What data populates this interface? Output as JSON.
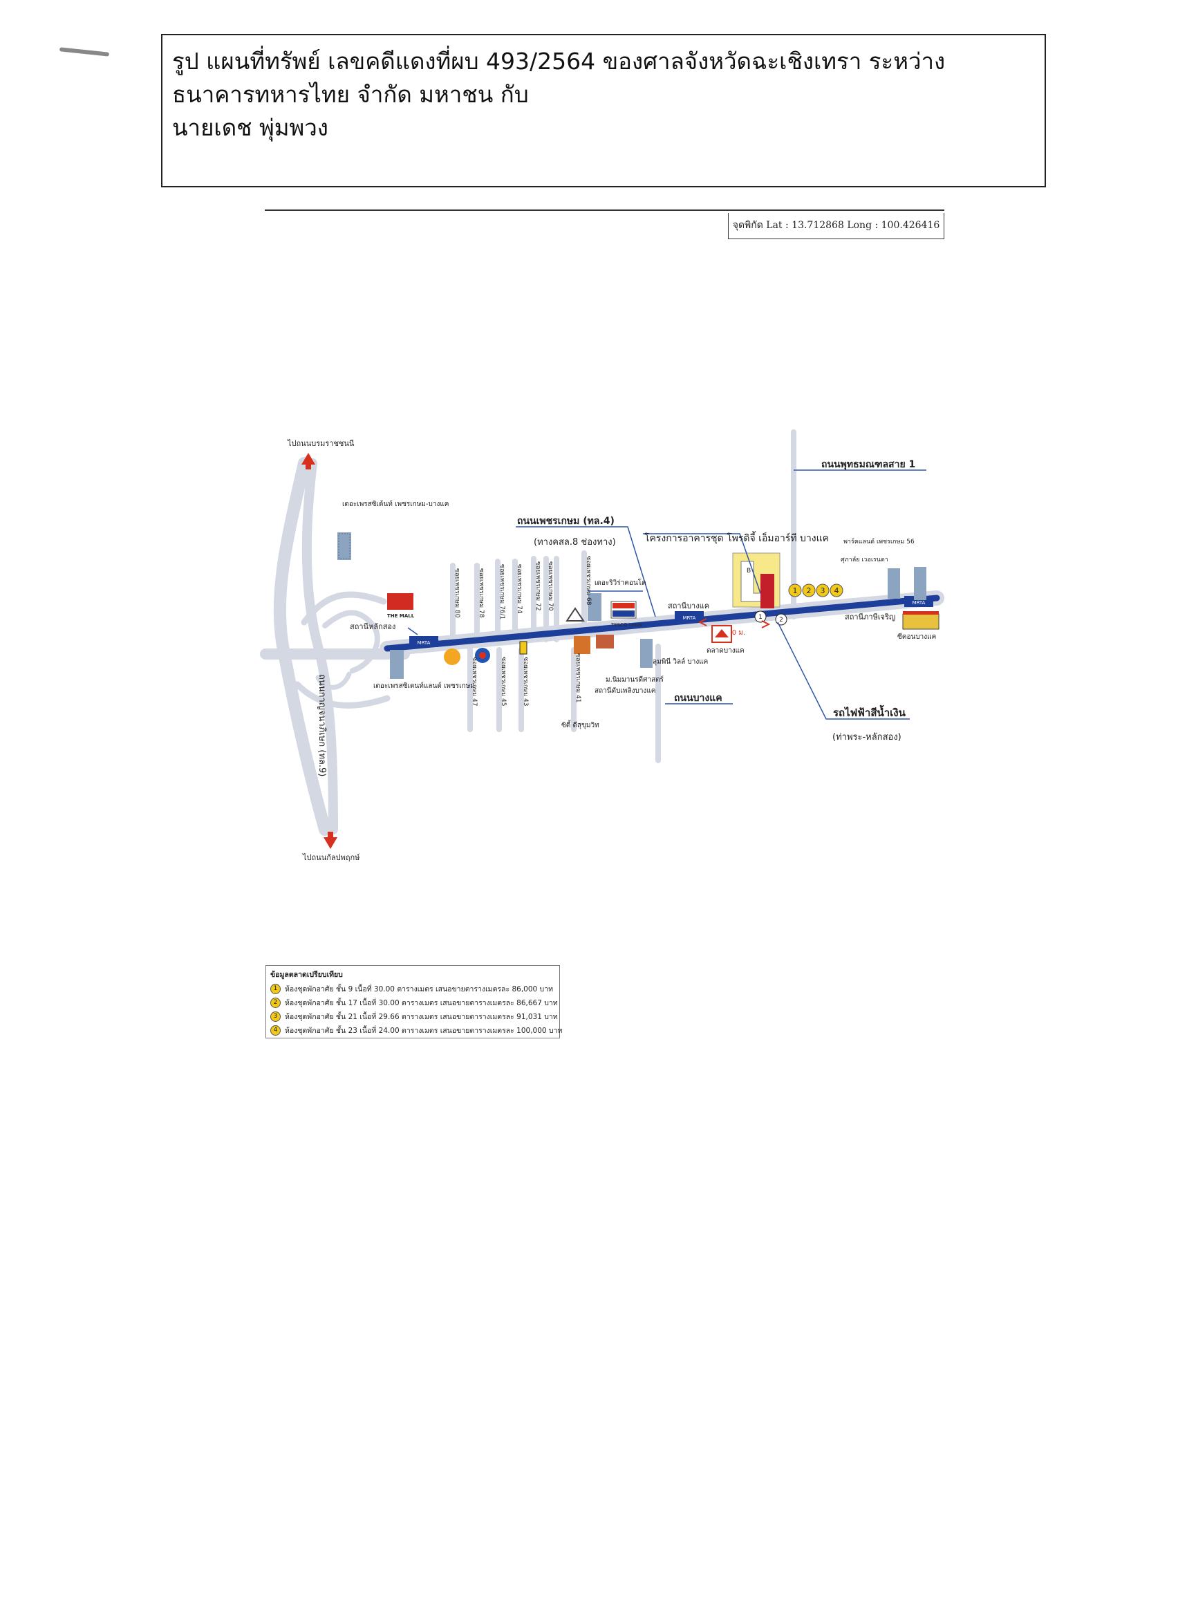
{
  "title": {
    "line1": "รูป แผนที่ทรัพย์ เลขคดีแดงที่ผบ 493/2564 ของศาลจังหวัดฉะเชิงเทรา ระหว่าง",
    "line2": "ธนาคารทหารไทย  จำกัด มหาชน  กับ",
    "line3": "นายเดช พุ่มพวง"
  },
  "coordinates": "จุดพิกัด Lat : 13.712868 Long : 100.426416",
  "map": {
    "labels": {
      "to_top": "ไปถนนบรมราชชนนี",
      "to_bottom": "ไปถนนกัลปพฤกษ์",
      "kanchana_road": "ถนนกาญจนาภิเษก (ทล.9)",
      "petchkasem_road": "ถนนเพชรเกษม (ทล.4)",
      "petchkasem_lanes": "(ทางคสล.8 ช่องทาง)",
      "project": "โครงการอาคารชุด โพรดิจี้ เอ็มอาร์ที บางแค",
      "buddhamonthon": "ถนนพุทธมณฑลสาย 1",
      "bangkhae_road": "ถนนบางแค",
      "blue_line": "รถไฟฟ้าสีน้ำเงิน",
      "blue_line_route": "(ท่าพระ-หลักสอง)",
      "lak_song_station": "สถานีหลักสอง",
      "bangkhae_station": "สถานีบางแค",
      "phasi_charoen_station": "สถานีภาษีเจริญ",
      "the_mall": "THE MALL",
      "tesco": "TESCO Lotus",
      "bangkhae_market": "ตลาดบางแค",
      "distance": "280 ม.",
      "the_président_city": "เดอะเพรสซิเด้นท์ เพชรเกษม-บางแค",
      "the_president_land": "เดอะเพรสซิเดนท์แลนด์ เพชรเกษม",
      "the_river_condo": "เดอะริวิร่าคอนโด",
      "lumpini": "ลุมพินี วิลล์ บางแค",
      "park_land": "พาร์คแลนด์ เพชรเกษม 56",
      "supalai": "ศุภาลัย เวอเรนดา",
      "seacon": "ซีคอนบางแค",
      "police": "สถานีดับเพลิงบางแค",
      "temple": "ม.นิมมานรดีศาสตร์",
      "school": "ซิตี้ ดีสุขุมวิท",
      "b_label": "B",
      "soi_north": [
        "ซอยเพชรเกษม 80",
        "ซอยเพชรเกษม 78",
        "ซอยเพชรเกษม 76/1",
        "ซอยเพชรเกษม 74",
        "ซอยเพชรเกษม 72",
        "ซอยเพชรเกษม 70",
        "ซอยเพชรเกษม 68"
      ],
      "soi_south": [
        "ซอยเพชรเกษม 47",
        "ซอยเพชรเกษม 45",
        "ซอยเพชรเกษม 43",
        "ซอยเพชรเกษม 41"
      ],
      "marker_numbers": [
        "1",
        "2",
        "3",
        "4"
      ],
      "exits": [
        "1",
        "2"
      ],
      "mrta": "MRTA"
    },
    "colors": {
      "road": "#d4d8e3",
      "mrt_line": "#1d3f9a",
      "condo_highlight": "#f7e88a",
      "condo_building": "#c21f2a",
      "marker": "#f2c919",
      "label_line": "#2d55a8",
      "arrow": "#d8301e"
    }
  },
  "legend": {
    "header": "ข้อมูลตลาดเปรียบเทียบ",
    "items": [
      {
        "num": "1",
        "text": "ห้องชุดพักอาศัย ชั้น 9 เนื้อที่ 30.00 ตารางเมตร เสนอขายตารางเมตรละ 86,000 บาท"
      },
      {
        "num": "2",
        "text": "ห้องชุดพักอาศัย ชั้น 17 เนื้อที่ 30.00 ตารางเมตร เสนอขายตารางเมตรละ 86,667 บาท"
      },
      {
        "num": "3",
        "text": "ห้องชุดพักอาศัย ชั้น 21 เนื้อที่ 29.66 ตารางเมตร เสนอขายตารางเมตรละ 91,031 บาท"
      },
      {
        "num": "4",
        "text": "ห้องชุดพักอาศัย ชั้น 23 เนื้อที่ 24.00 ตารางเมตร เสนอขายตารางเมตรละ 100,000 บาท"
      }
    ]
  }
}
